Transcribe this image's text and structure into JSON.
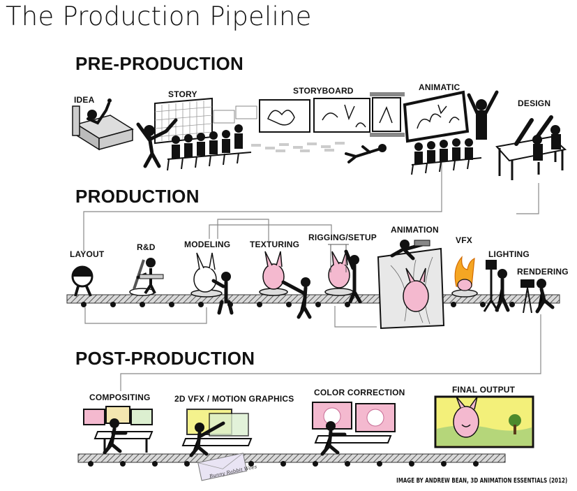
{
  "title": "The Production Pipeline",
  "sections": {
    "pre": "PRE-PRODUCTION",
    "prod": "PRODUCTION",
    "post": "POST-PRODUCTION"
  },
  "stages": {
    "pre": [
      "IDEA",
      "STORY",
      "STORYBOARD",
      "ANIMATIC",
      "DESIGN"
    ],
    "prod": [
      "LAYOUT",
      "R&D",
      "MODELING",
      "TEXTURING",
      "RIGGING/SETUP",
      "ANIMATION",
      "VFX",
      "LIGHTING",
      "RENDERING"
    ],
    "post": [
      "COMPOSITING",
      "2D VFX / MOTION GRAPHICS",
      "COLOR CORRECTION",
      "FINAL OUTPUT"
    ]
  },
  "envelope_text": "Bunny Rabbit Woes",
  "credit": "IMAGE BY ANDREW BEAN, 3D ANIMATION ESSENTIALS (2012)",
  "colors": {
    "ink": "#111111",
    "rabbit_pink": "#f4b9cf",
    "screen_yellow": "#f3f07a",
    "sky": "#dcefd0",
    "flame": "#f5a623",
    "belt": "#6e6e6e"
  }
}
